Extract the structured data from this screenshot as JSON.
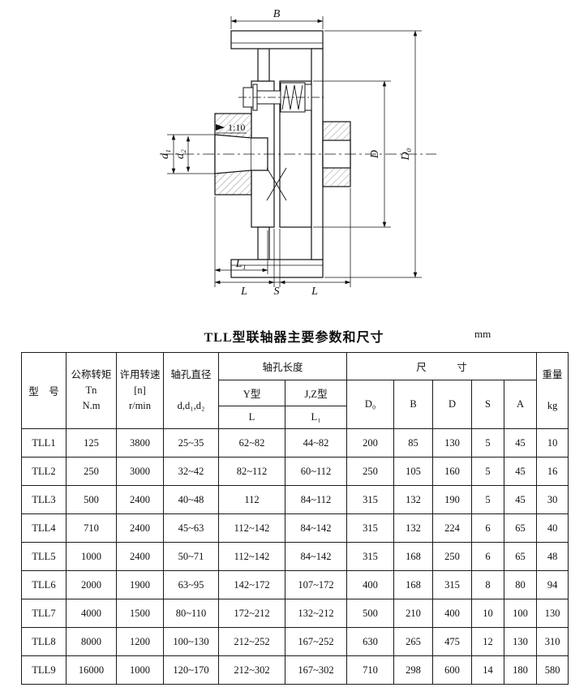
{
  "drawing": {
    "labels": {
      "B": "B",
      "D0": "D₀",
      "D": "D",
      "d1": "d₁",
      "d2": "d₂",
      "L1": "L₁",
      "L_left": "L",
      "S": "S",
      "L_right": "L",
      "taper": "1:10"
    }
  },
  "title": {
    "text": "TLL型联轴器主要参数和尺寸",
    "unit": "mm"
  },
  "table": {
    "headers": {
      "model": "型　号",
      "torque": "公称转矩\nTn\nN.m",
      "speed": "许用转速\n[n]\nr/min",
      "bore_diameter": "轴孔直径\n\nd,d₁,d₂",
      "bore_length": "轴孔长度",
      "y_type": "Y型",
      "jz_type": "J,Z型",
      "L": "L",
      "L1": "L₁",
      "dimensions": "尺　　　寸",
      "D0": "D₀",
      "B": "B",
      "D": "D",
      "S": "S",
      "A": "A",
      "weight": "重量\n\nkg"
    },
    "rows": [
      {
        "model": "TLL1",
        "torque": "125",
        "speed": "3800",
        "bore": "25~35",
        "L": "62~82",
        "L1": "44~82",
        "D0": "200",
        "B": "85",
        "D": "130",
        "S": "5",
        "A": "45",
        "kg": "10"
      },
      {
        "model": "TLL2",
        "torque": "250",
        "speed": "3000",
        "bore": "32~42",
        "L": "82~112",
        "L1": "60~112",
        "D0": "250",
        "B": "105",
        "D": "160",
        "S": "5",
        "A": "45",
        "kg": "16"
      },
      {
        "model": "TLL3",
        "torque": "500",
        "speed": "2400",
        "bore": "40~48",
        "L": "112",
        "L1": "84~112",
        "D0": "315",
        "B": "132",
        "D": "190",
        "S": "5",
        "A": "45",
        "kg": "30"
      },
      {
        "model": "TLL4",
        "torque": "710",
        "speed": "2400",
        "bore": "45~63",
        "L": "112~142",
        "L1": "84~142",
        "D0": "315",
        "B": "132",
        "D": "224",
        "S": "6",
        "A": "65",
        "kg": "40"
      },
      {
        "model": "TLL5",
        "torque": "1000",
        "speed": "2400",
        "bore": "50~71",
        "L": "112~142",
        "L1": "84~142",
        "D0": "315",
        "B": "168",
        "D": "250",
        "S": "6",
        "A": "65",
        "kg": "48"
      },
      {
        "model": "TLL6",
        "torque": "2000",
        "speed": "1900",
        "bore": "63~95",
        "L": "142~172",
        "L1": "107~172",
        "D0": "400",
        "B": "168",
        "D": "315",
        "S": "8",
        "A": "80",
        "kg": "94"
      },
      {
        "model": "TLL7",
        "torque": "4000",
        "speed": "1500",
        "bore": "80~110",
        "L": "172~212",
        "L1": "132~212",
        "D0": "500",
        "B": "210",
        "D": "400",
        "S": "10",
        "A": "100",
        "kg": "130"
      },
      {
        "model": "TLL8",
        "torque": "8000",
        "speed": "1200",
        "bore": "100~130",
        "L": "212~252",
        "L1": "167~252",
        "D0": "630",
        "B": "265",
        "D": "475",
        "S": "12",
        "A": "130",
        "kg": "310"
      },
      {
        "model": "TLL9",
        "torque": "16000",
        "speed": "1000",
        "bore": "120~170",
        "L": "212~302",
        "L1": "167~302",
        "D0": "710",
        "B": "298",
        "D": "600",
        "S": "14",
        "A": "180",
        "kg": "580"
      }
    ]
  }
}
